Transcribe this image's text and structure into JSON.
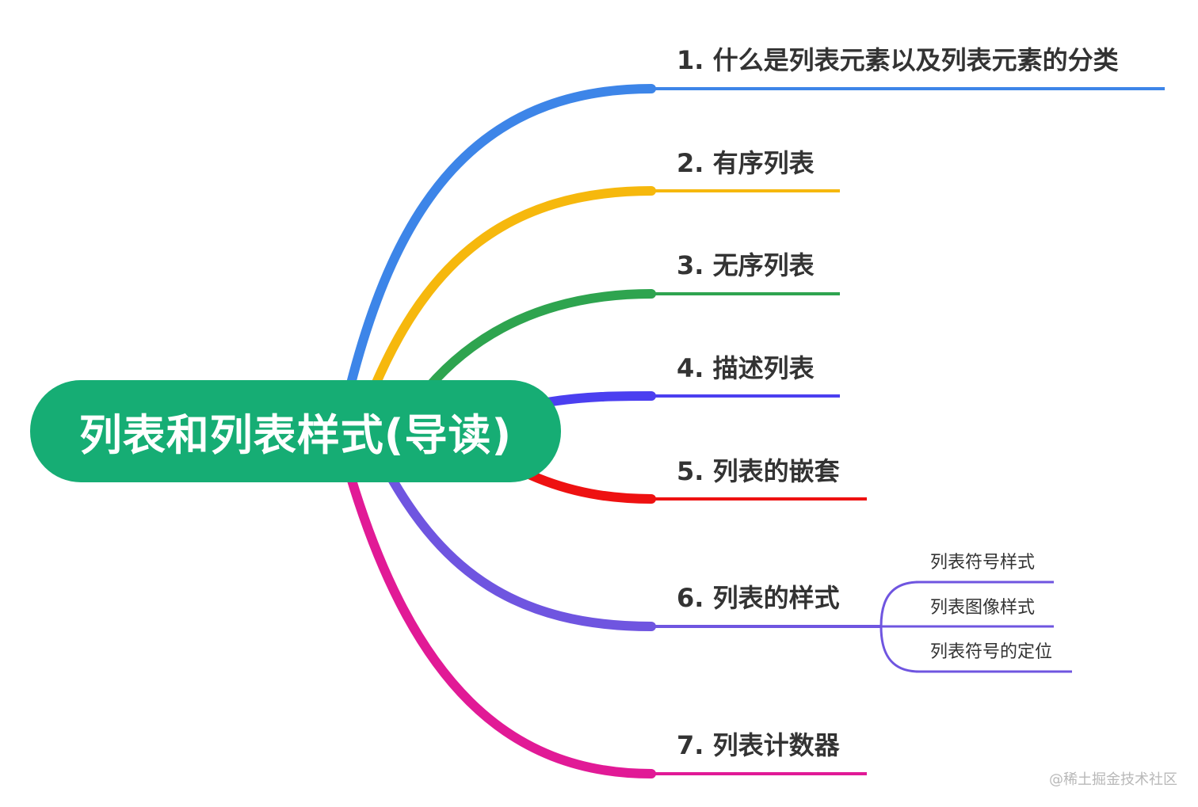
{
  "root": {
    "label": "列表和列表样式(导读)",
    "color": "#16ad74"
  },
  "branches": [
    {
      "label": "1. 什么是列表元素以及列表元素的分类",
      "color": "#3d85e8"
    },
    {
      "label": "2. 有序列表",
      "color": "#f6b80d"
    },
    {
      "label": "3. 无序列表",
      "color": "#2ea44f"
    },
    {
      "label": "4. 描述列表",
      "color": "#4b3ff0"
    },
    {
      "label": "5. 列表的嵌套",
      "color": "#ee1111"
    },
    {
      "label": "6. 列表的样式",
      "color": "#6f55e0",
      "children": [
        {
          "label": "列表符号样式"
        },
        {
          "label": "列表图像样式"
        },
        {
          "label": "列表符号的定位"
        }
      ]
    },
    {
      "label": "7. 列表计数器",
      "color": "#e11a96"
    }
  ],
  "watermark": "@稀土掘金技术社区"
}
